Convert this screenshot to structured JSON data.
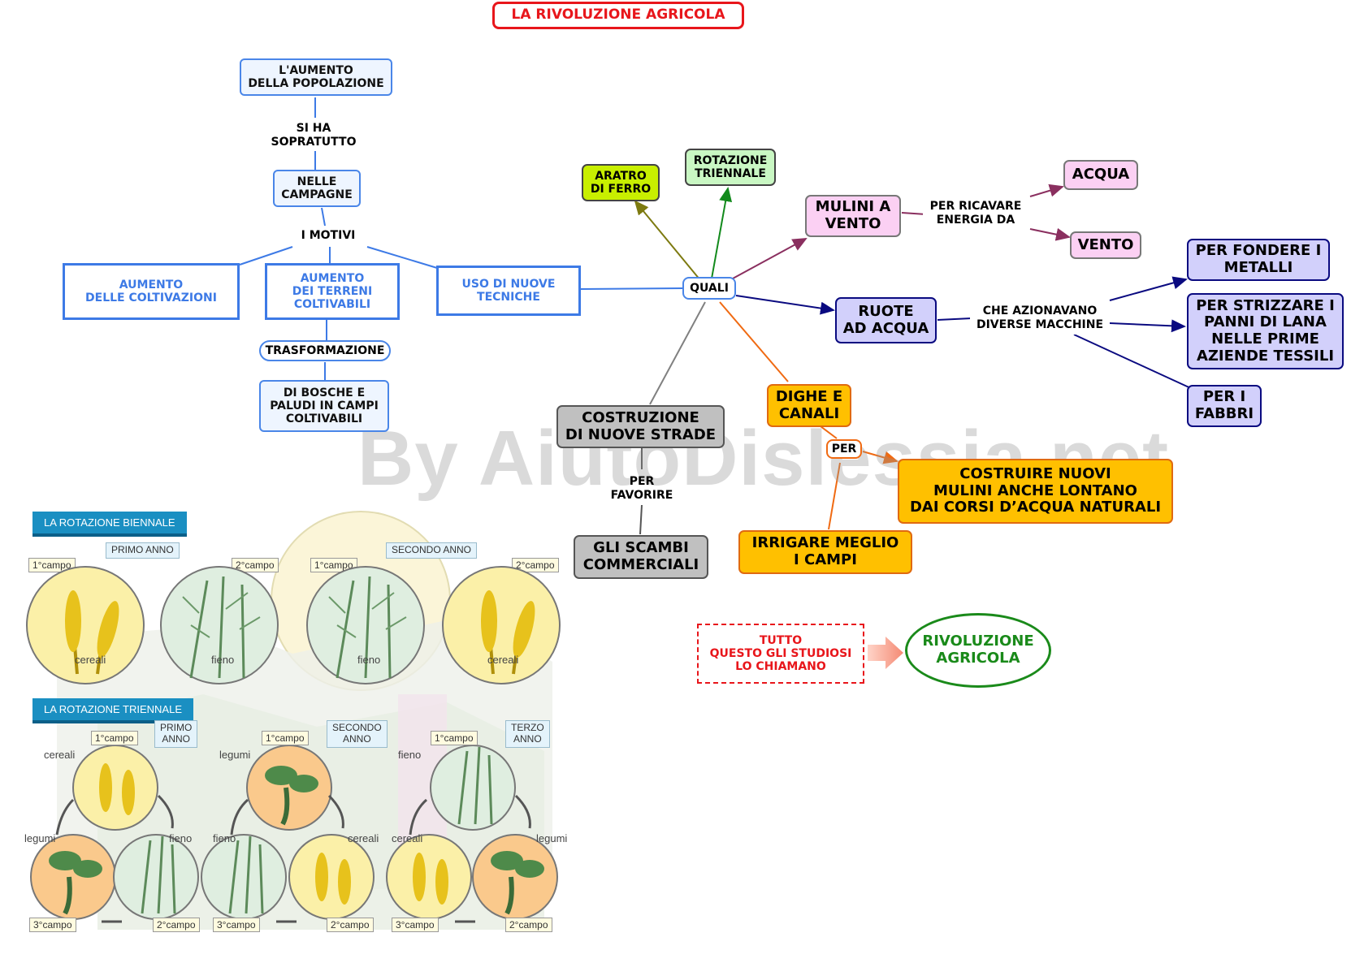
{
  "title": "LA RIVOLUZIONE AGRICOLA",
  "watermark": "By AiutoDislessia.net",
  "left_branch": {
    "population": "L'AUMENTO\nDELLA POPOLAZIONE",
    "si_ha": "SI HA\nSOPRATUTTO",
    "campagne": "NELLE\nCAMPAGNE",
    "motivi": "I MOTIVI",
    "coltivazioni": "AUMENTO\nDELLE COLTIVAZIONI",
    "terreni": "AUMENTO\nDEI TERRENI\nCOLTIVABILI",
    "tecniche": "USO DI NUOVE\nTECNICHE",
    "trasformazione": "TRASFORMAZIONE",
    "boschi": "DI BOSCHE E\nPALUDI IN CAMPI\nCOLTIVABILI"
  },
  "center": {
    "quali": "QUALI",
    "aratro": "ARATRO\nDI FERRO",
    "rotazione": "ROTAZIONE\nTRIENNALE",
    "mulini": "MULINI A\nVENTO",
    "ricavare": "PER RICAVARE\nENERGIA DA",
    "acqua": "ACQUA",
    "vento": "VENTO",
    "ruote": "RUOTE\nAD ACQUA",
    "azionavano": "CHE AZIONAVANO\nDIVERSE MACCHINE",
    "fondere": "PER FONDERE I\nMETALLI",
    "strizzare": "PER STRIZZARE I\nPANNI DI LANA\nNELLE PRIME\nAZIENDE TESSILI",
    "fabbri": "PER I\nFABBRI",
    "dighe": "DIGHE E\nCANALI",
    "per": "PER",
    "costruire": "COSTRUIRE NUOVI\nMULINI ANCHE LONTANO\nDAI CORSI D’ACQUA NATURALI",
    "irrigare": "IRRIGARE MEGLIO\nI CAMPI",
    "strade": "COSTRUZIONE\nDI NUOVE STRADE",
    "favorire": "PER\nFAVORIRE",
    "scambi": "GLI SCAMBI\nCOMMERCIALI"
  },
  "conclusion": {
    "tutto": "TUTTO\nQUESTO GLI STUDIOSI\nLO CHIAMANO",
    "rivoluzione": "RIVOLUZIONE\nAGRICOLA"
  },
  "illustration": {
    "biennale": "LA ROTAZIONE BIENNALE",
    "triennale": "LA ROTAZIONE TRIENNALE",
    "primo_anno": "PRIMO ANNO",
    "secondo_anno": "SECONDO ANNO",
    "primo_anno_b": "PRIMO\nANNO",
    "secondo_anno_b": "SECONDO\nANNO",
    "terzo_anno_b": "TERZO\nANNO",
    "campo1": "1°campo",
    "campo2": "2°campo",
    "campo3": "3°campo",
    "cereali": "cereali",
    "fieno": "fieno",
    "legumi": "legumi"
  },
  "colors": {
    "title_red": "#e8161b",
    "blue": "#3d7ae6",
    "pink_node": "#fbd0f3",
    "lilac_node": "#d2d0fb",
    "orange_node": "#ffc000",
    "green_ellipse": "#1a8a1a"
  }
}
